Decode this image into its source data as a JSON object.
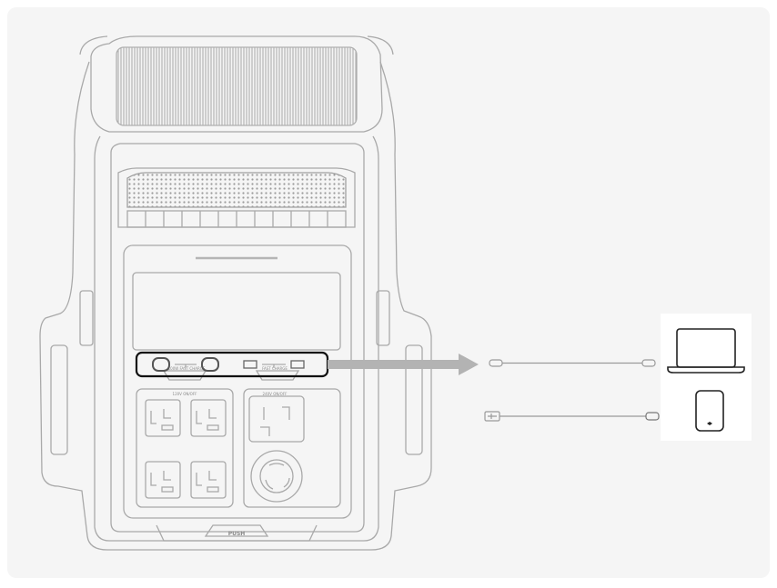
{
  "labels": {
    "usbc_group": "100W FAST CHARGE",
    "usba_group": "FAST CHARGE",
    "ac_120v": "120V ON/OFF",
    "ac_240v": "240V ON/OFF",
    "push": "PUSH"
  },
  "colors": {
    "panel": "#f5f5f5",
    "outline": "#a9a9a9",
    "highlight": "#111111",
    "arrow": "#b3b3b3",
    "cable": "#9a9a9a"
  },
  "icons": [
    "laptop-icon",
    "phone-icon",
    "usb-c-cable-icon",
    "usb-a-cable-icon"
  ]
}
